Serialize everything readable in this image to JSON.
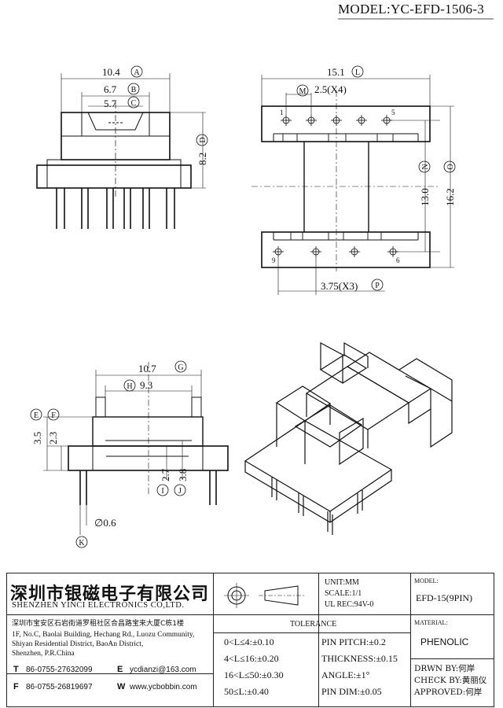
{
  "model_header": "MODEL:YC-EFD-1506-3",
  "dimensions": {
    "A": {
      "value": "10.4",
      "letter": "A"
    },
    "B": {
      "value": "6.7",
      "letter": "B"
    },
    "C": {
      "value": "5.7",
      "letter": "C"
    },
    "D": {
      "value": "8.2",
      "letter": "D"
    },
    "L": {
      "value": "15.1",
      "letter": "L"
    },
    "M": {
      "value": "2.5(X4)",
      "letter": "M"
    },
    "N": {
      "value": "13.0",
      "letter": "N"
    },
    "O": {
      "value": "16.2",
      "letter": "O"
    },
    "P": {
      "value": "3.75(X3)",
      "letter": "P"
    },
    "G": {
      "value": "10.7",
      "letter": "G"
    },
    "H": {
      "value": "9.3",
      "letter": "H"
    },
    "E": {
      "value": "3.5",
      "letter": "E"
    },
    "F": {
      "value": "2.3",
      "letter": "F"
    },
    "I": {
      "value": "2.7",
      "letter": "I"
    },
    "J": {
      "value": "3.8",
      "letter": "J"
    },
    "K": {
      "value": "∅0.6",
      "letter": "K"
    }
  },
  "pin_labels": {
    "p1": "1",
    "p5": "5",
    "p9": "9",
    "p6": "6"
  },
  "title_block": {
    "company_cn": "深圳市银磁电子有限公司",
    "company_en": "SHENZHEN YINCI ELECTRONICS CO,LTD.",
    "address_cn": "深圳市宝安区石岩街道罗租社区合昌路宝来大厦C栋1楼",
    "address_en_1": "1F, No.C, Baolai Building, Hechang Rd., Luozu Community,",
    "address_en_2": "Shiyan Residential District, BaoAn District,",
    "address_en_3": "Shenzhen, P.R.China",
    "tel_label": "T",
    "tel": "86-0755-27632099",
    "fax_label": "F",
    "fax": "86-0755-26819697",
    "email_label": "E",
    "email": "ycdianzi@163.com",
    "web_label": "W",
    "web": "www.ycbobbin.com",
    "unit": "UNIT:MM",
    "scale": "SCALE:1/1",
    "ul_rec": "UL REC:94V-0",
    "model_label": "MODEL:",
    "model_value": "EFD-15(9PIN)",
    "tolerance_title": "TOLERANCE",
    "tol_1": "0<L≤4:±0.10",
    "tol_2": "4<L≤16:±0.20",
    "tol_3": "16<L≤50:±0.30",
    "tol_4": "50≤L:±0.40",
    "tol_5": "PIN PITCH:±0.2",
    "tol_6": "THICKNESS:±0.15",
    "tol_7": "ANGLE:±1°",
    "tol_8": "PIN DIM:±0.05",
    "material_label": "MATERIAL:",
    "material_value": "PHENOLIC",
    "drawn_by": "DRWN BY:何岸",
    "check_by": "CHECK BY:黄丽仪",
    "approved": "APPROVED:何岸"
  }
}
